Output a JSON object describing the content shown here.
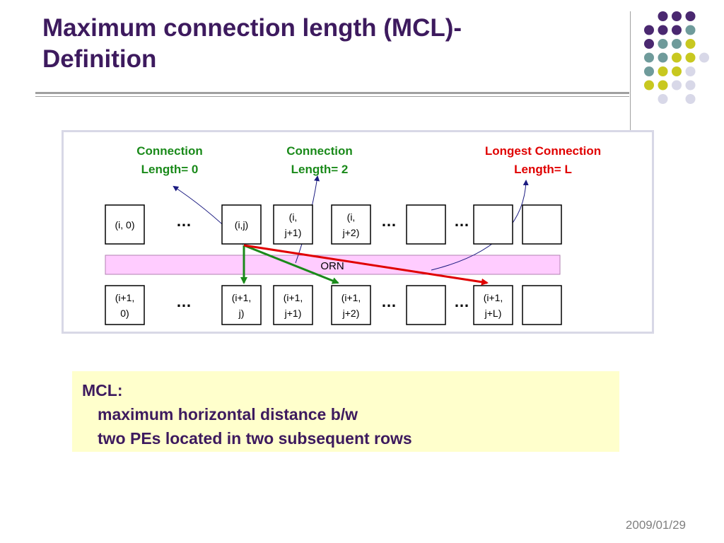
{
  "slide": {
    "title_line1": "Maximum connection length (MCL)-",
    "title_line2": "Definition",
    "date": "2009/01/29"
  },
  "diagram": {
    "bus_label": "ORN",
    "ellipsis": "…",
    "callouts": [
      {
        "line1": "Connection",
        "line2": "Length= 0",
        "color": "#1a8a1a"
      },
      {
        "line1": "Connection",
        "line2": "Length= 2",
        "color": "#1a8a1a"
      },
      {
        "line1": "Longest Connection",
        "line2": "Length= L",
        "color": "#e00000"
      }
    ],
    "top_row": [
      {
        "line1": "(i, 0)",
        "line2": ""
      },
      {
        "line1": "(i,j)",
        "line2": ""
      },
      {
        "line1": "(i,",
        "line2": "j+1)"
      },
      {
        "line1": "(i,",
        "line2": "j+2)"
      },
      {
        "line1": "",
        "line2": ""
      },
      {
        "line1": "",
        "line2": ""
      },
      {
        "line1": "",
        "line2": ""
      }
    ],
    "bottom_row": [
      {
        "line1": "(i+1,",
        "line2": "0)"
      },
      {
        "line1": "(i+1,",
        "line2": "j)"
      },
      {
        "line1": "(i+1,",
        "line2": "j+1)"
      },
      {
        "line1": "(i+1,",
        "line2": "j+2)"
      },
      {
        "line1": "",
        "line2": ""
      },
      {
        "line1": "(i+1,",
        "line2": "j+L)"
      },
      {
        "line1": "",
        "line2": ""
      }
    ],
    "colors": {
      "bus": "#ffccff",
      "arrow_green": "#1a8a1a",
      "arrow_red": "#e00000",
      "pointer": "#1a1a80"
    }
  },
  "definition": {
    "heading": "MCL:",
    "line1": "maximum horizontal distance b/w",
    "line2": "two PEs located in two subsequent rows"
  }
}
